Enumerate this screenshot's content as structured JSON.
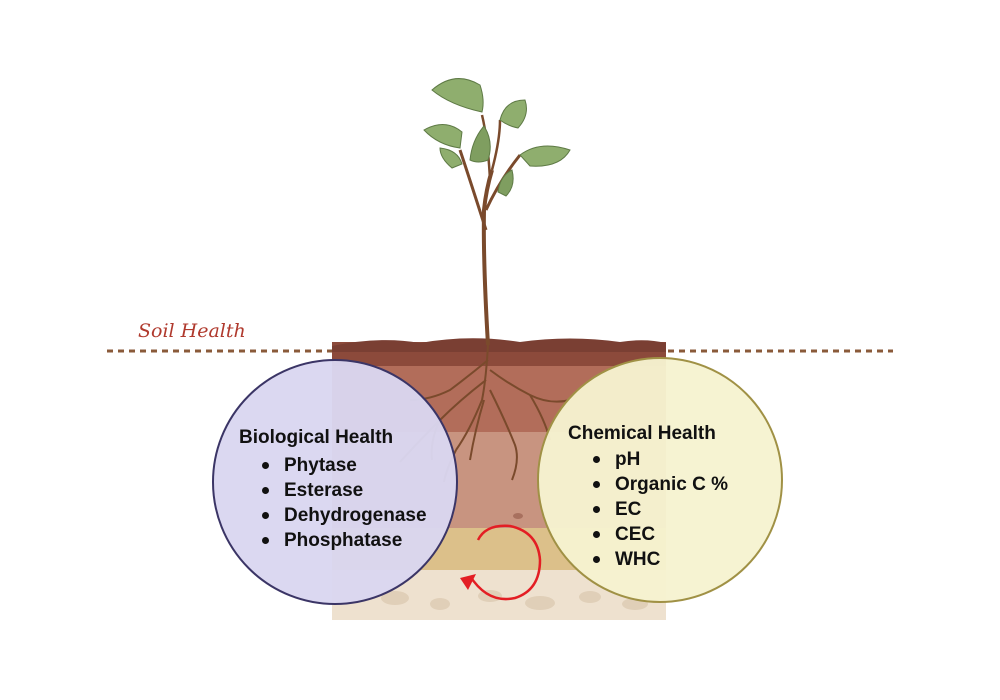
{
  "soil_health": {
    "label": "Soil Health"
  },
  "biological": {
    "title": "Biological Health",
    "items": [
      "Phytase",
      "Esterase",
      "Dehydrogenase",
      "Phosphatase"
    ]
  },
  "chemical": {
    "title": "Chemical Health",
    "items": [
      "pH",
      "Organic C %",
      "EC",
      "CEC",
      "WHC"
    ]
  },
  "colors": {
    "soil_label": "#b03a2e",
    "dashed_line": "#8a5a3a",
    "bio_fill": "#dad6f0",
    "bio_border": "#3b3566",
    "chem_fill": "#f6f2d0",
    "chem_border": "#a09145",
    "cycle_arrow": "#e31e24"
  },
  "icons": [
    "plant-seedling-icon",
    "soil-layers-icon",
    "cycle-arrow-icon"
  ]
}
